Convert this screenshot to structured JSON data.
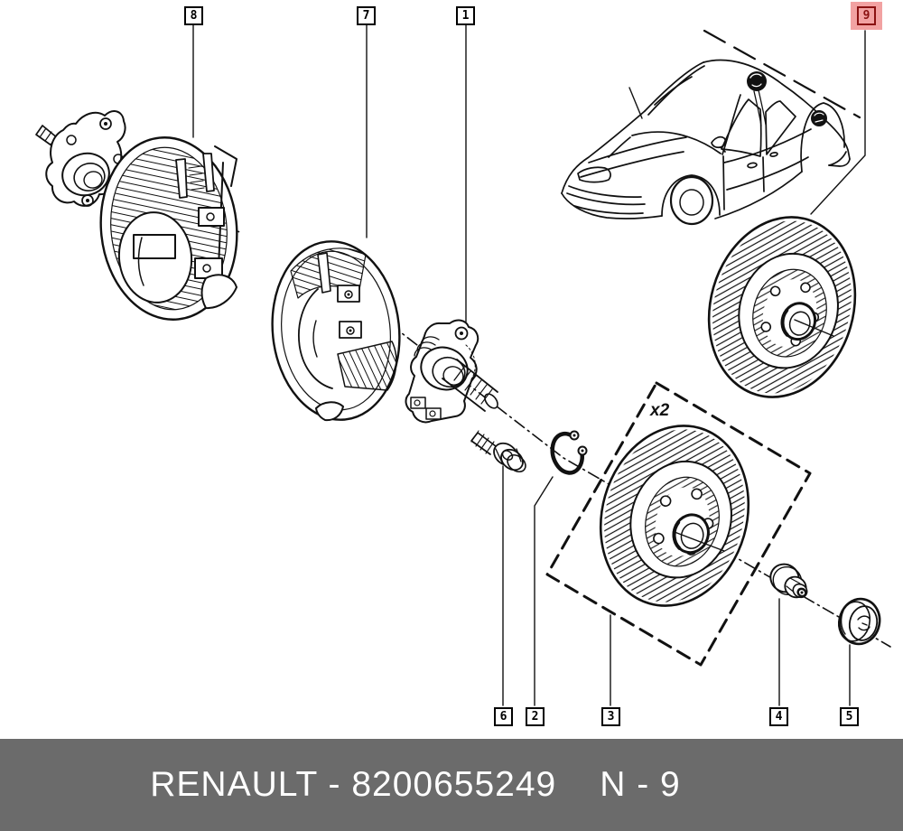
{
  "diagram": {
    "quantity_label": "x2"
  },
  "callouts": [
    {
      "label": "8",
      "highlighted": false
    },
    {
      "label": "7",
      "highlighted": false
    },
    {
      "label": "1",
      "highlighted": false
    },
    {
      "label": "9",
      "highlighted": true
    },
    {
      "label": "6",
      "highlighted": false
    },
    {
      "label": "2",
      "highlighted": false
    },
    {
      "label": "3",
      "highlighted": false
    },
    {
      "label": "4",
      "highlighted": false
    },
    {
      "label": "5",
      "highlighted": false
    }
  ],
  "footer": {
    "brand_part": "RENAULT - 8200655249",
    "page_ref": "N - 9",
    "background_color": "#6b6b6b",
    "text_color": "#ffffff"
  },
  "colors": {
    "line_color": "#111111",
    "highlight_fill": "#f2a2a2",
    "highlight_ink": "#8a1111",
    "callout_border": "#000000"
  }
}
